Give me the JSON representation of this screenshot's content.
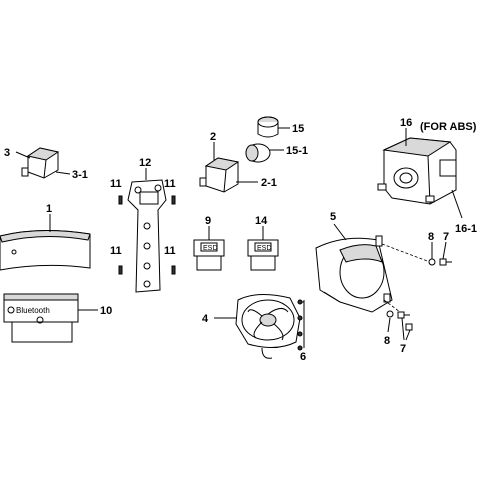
{
  "callouts": {
    "p1": "1",
    "p2": "2",
    "p2_1": "2-1",
    "p3": "3",
    "p3_1": "3-1",
    "p4": "4",
    "p5": "5",
    "p6": "6",
    "p7a": "7",
    "p7b": "7",
    "p8a": "8",
    "p8b": "8",
    "p9": "9",
    "p10": "10",
    "p11a": "11",
    "p11b": "11",
    "p11c": "11",
    "p11d": "11",
    "p12": "12",
    "p14": "14",
    "p15": "15",
    "p15_1": "15-1",
    "p16": "16",
    "p16_note": "(FOR ABS)",
    "p16_1": "16-1"
  },
  "module_text": {
    "bluetooth": "Bluetooth"
  }
}
